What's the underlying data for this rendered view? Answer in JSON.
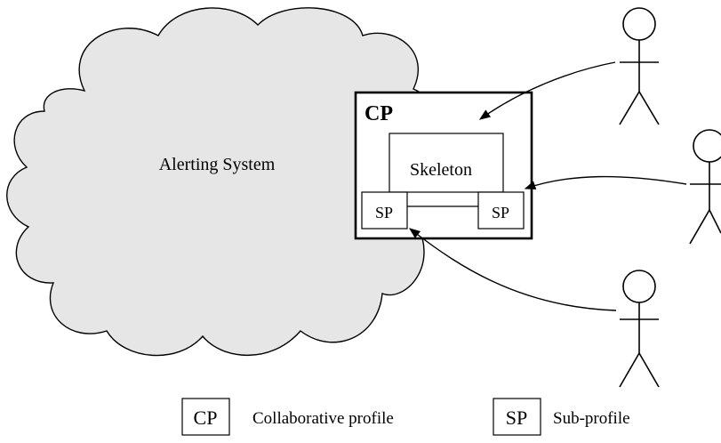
{
  "cloud": {
    "label": "Alerting System"
  },
  "collaborative_profile": {
    "title": "CP",
    "skeleton_label": "Skeleton",
    "sub_profile_left": "SP",
    "sub_profile_right": "SP"
  },
  "actors": [
    {
      "name": "top-actor"
    },
    {
      "name": "middle-actor"
    },
    {
      "name": "bottom-actor"
    }
  ],
  "legend": {
    "items": [
      {
        "symbol": "CP",
        "label": "Collaborative profile"
      },
      {
        "symbol": "SP",
        "label": "Sub-profile"
      }
    ]
  }
}
